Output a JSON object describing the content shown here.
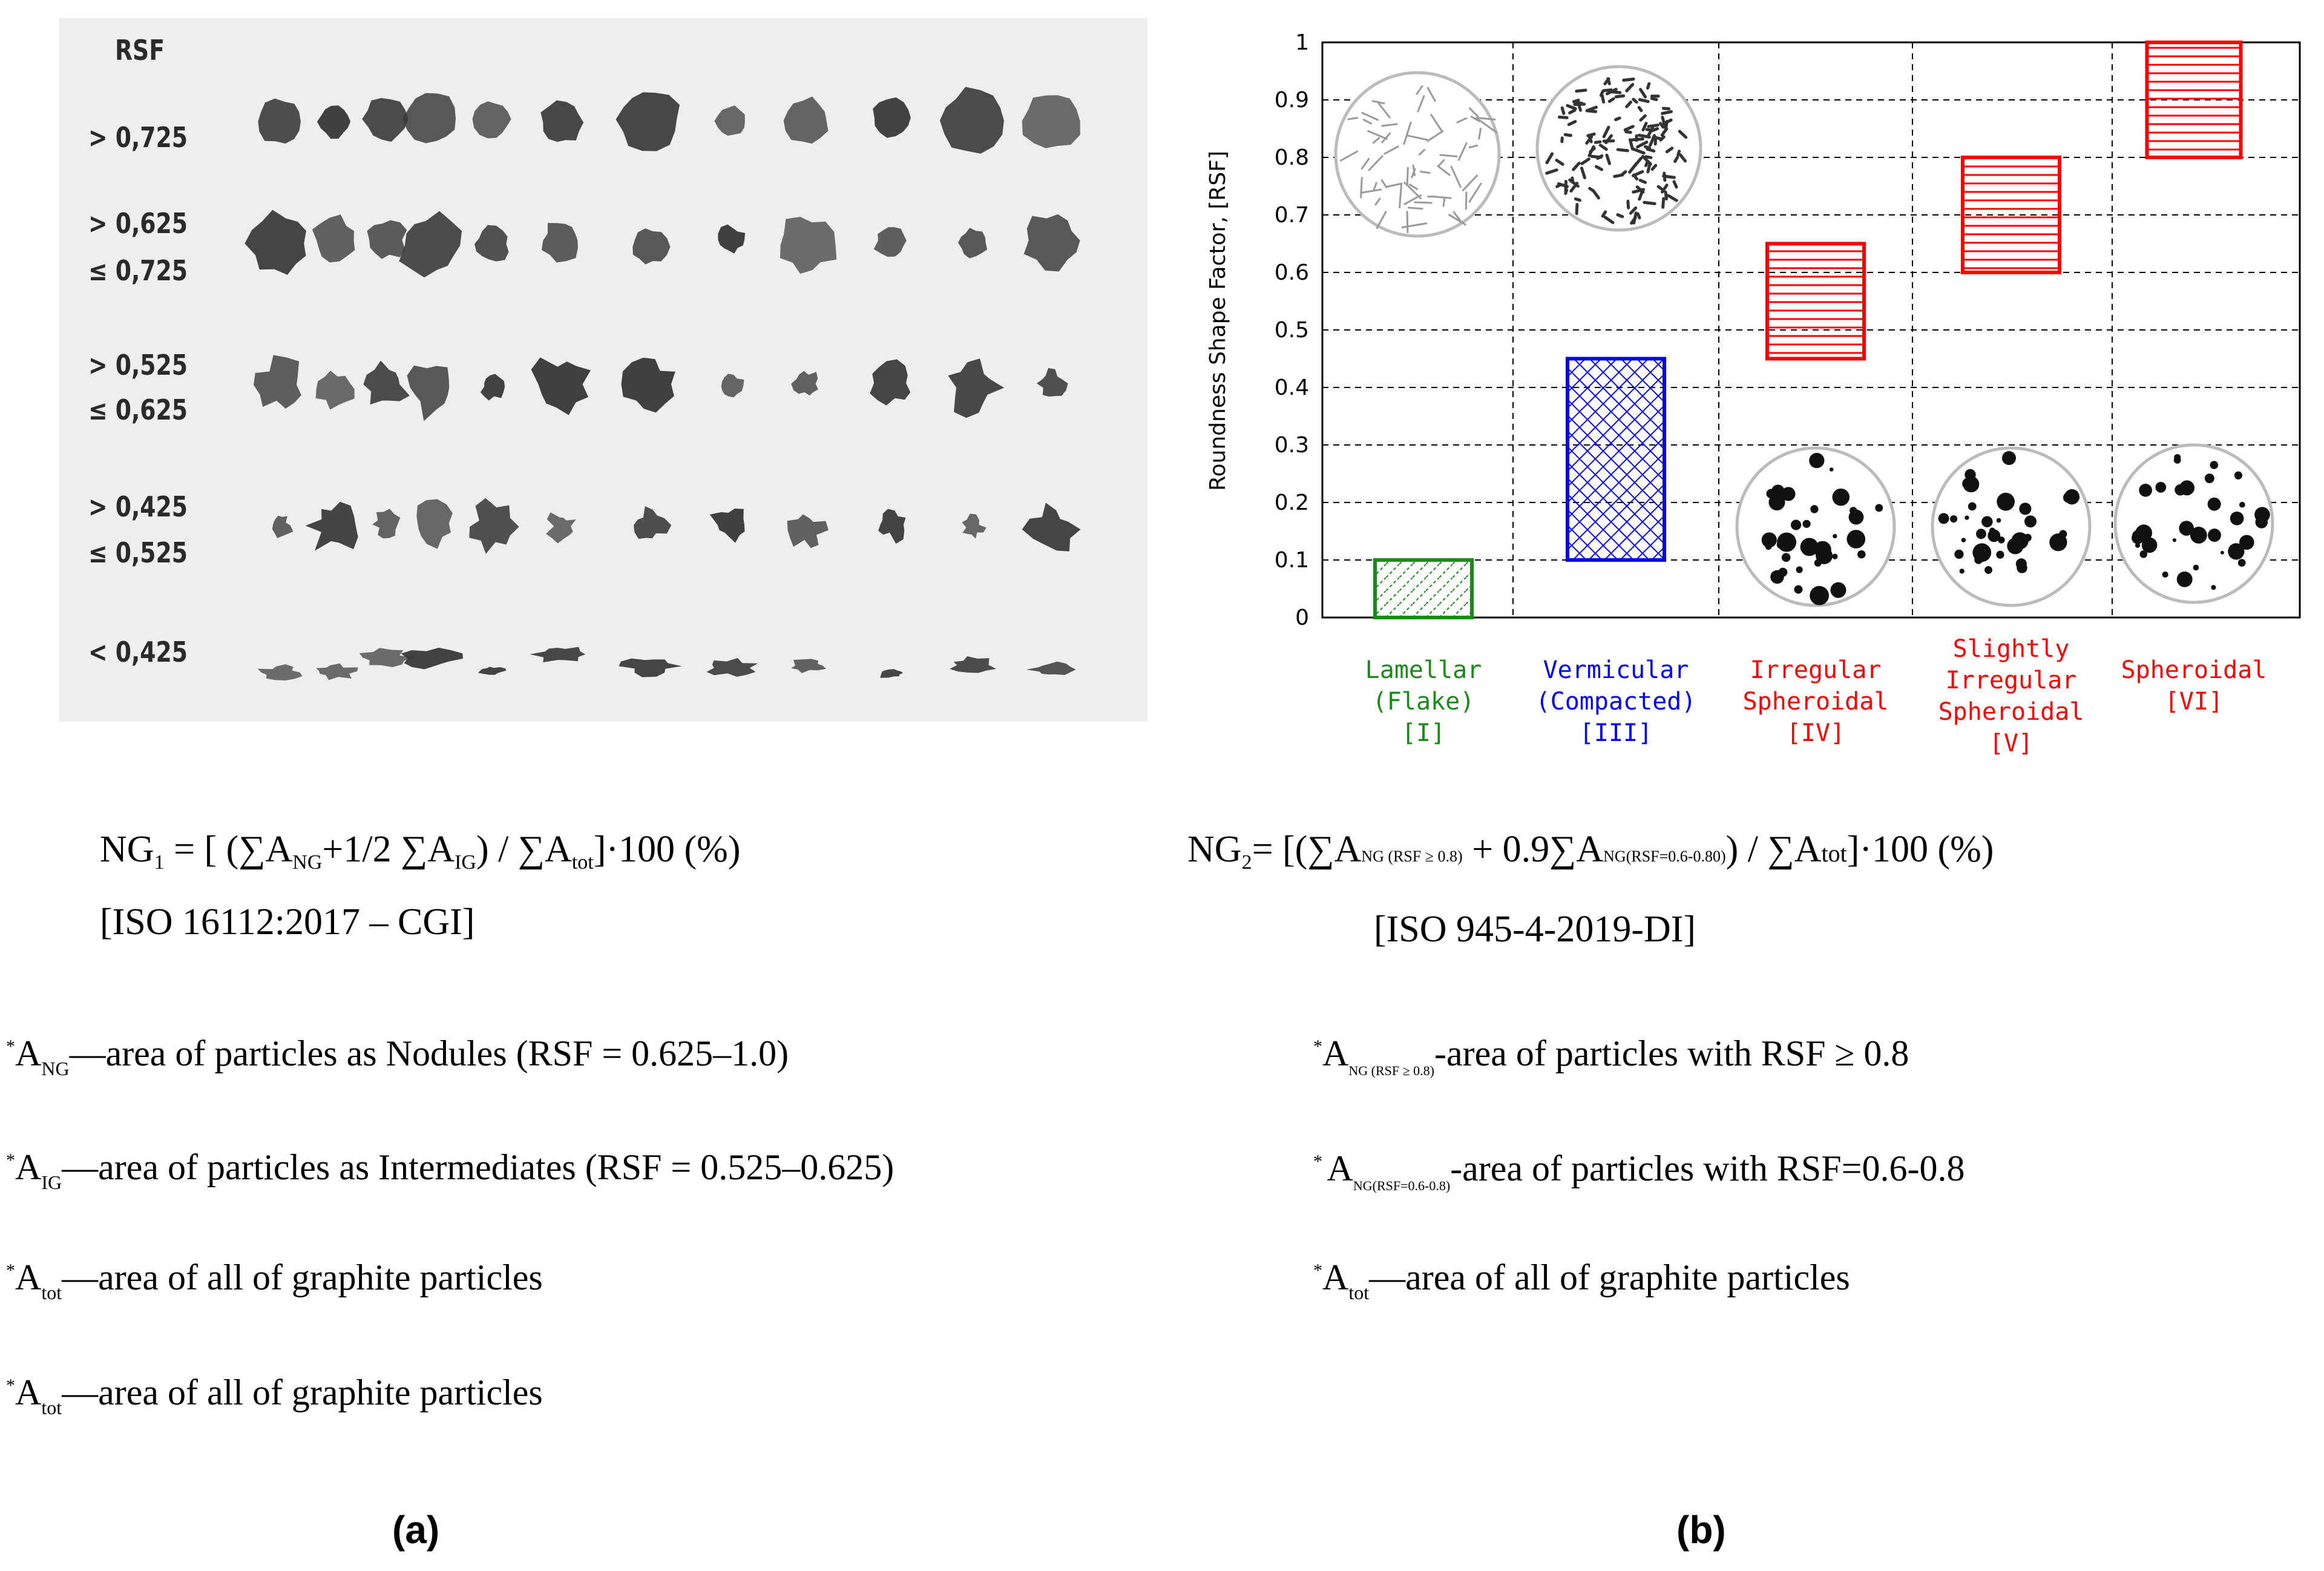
{
  "panel_a": {
    "rsf_header": "RSF",
    "rsf_rows": [
      {
        "line1": "> 0,725",
        "line2": ""
      },
      {
        "line1": "> 0,625",
        "line2": "≤ 0,725"
      },
      {
        "line1": "> 0,525",
        "line2": "≤ 0,625"
      },
      {
        "line1": "> 0,425",
        "line2": "≤ 0,525"
      },
      {
        "line1": "< 0,425",
        "line2": ""
      }
    ],
    "formula": {
      "ng": "NG",
      "ng_sub": "1",
      "part1": " = [ (∑A",
      "sub_ng": "NG",
      "part2": "+1/2 ∑A",
      "sub_ig": "IG",
      "part3": ") / ∑A",
      "sub_tot": "tot",
      "part4": "]·100 (%)"
    },
    "standard": "[ISO 16112:2017 – CGI]",
    "notes": [
      {
        "prefix": "*",
        "sym": "A",
        "sub": "NG",
        "text": "—area of particles as Nodules (RSF = 0.625–1.0)"
      },
      {
        "prefix": "*",
        "sym": "A",
        "sub": "IG",
        "text": "—area of particles as Intermediates (RSF = 0.525–0.625)"
      },
      {
        "prefix": "*",
        "sym": "A",
        "sub": "tot",
        "text": "—area of all of graphite particles"
      },
      {
        "prefix": "*",
        "sym": "A",
        "sub": "tot",
        "text": "—area of all of graphite particles"
      }
    ],
    "caption": "(a)"
  },
  "panel_b": {
    "formula": {
      "ng": "NG",
      "ng_sub": "2",
      "part1": "= [(∑A",
      "small1": "NG (RSF ≥ 0.8)",
      "part2": " + 0.9∑A",
      "small2": "NG(RSF=0.6-0.80)",
      "part3": ") / ∑A",
      "small3": "tot",
      "part4": "]·100 (%)"
    },
    "standard": "[ISO 945-4-2019-DI]",
    "notes": [
      {
        "prefix": "*",
        "sym": "A",
        "sub": "NG (RSF ≥ 0.8)",
        "text": "-area of particles with RSF ≥ 0.8"
      },
      {
        "prefix": "* ",
        "sym": "A",
        "sub": "NG(RSF=0.6-0.8)",
        "text": "-area of particles with RSF=0.6-0.8"
      },
      {
        "prefix": "*",
        "sym": "A",
        "sub": "tot",
        "text": "—area of all of graphite particles"
      }
    ],
    "caption": "(b)"
  },
  "chart_data": {
    "type": "bar",
    "subtype": "floating-range",
    "ylabel": "Roundness Shape Factor, [RSF]",
    "ylim": [
      0,
      1
    ],
    "yticks": [
      "0",
      "0.1",
      "0.2",
      "0.3",
      "0.4",
      "0.5",
      "0.6",
      "0.7",
      "0.8",
      "0.9",
      "1"
    ],
    "grid": true,
    "categories": [
      {
        "lines": [
          "Lamellar",
          "(Flake)",
          "[I]"
        ],
        "color": "#1b8a1b",
        "low": 0.0,
        "high": 0.1,
        "hatch": "diagonal"
      },
      {
        "lines": [
          "Vermicular",
          "(Compacted)",
          "[III]"
        ],
        "color": "#0000ff",
        "low": 0.1,
        "high": 0.45,
        "hatch": "crosshatch"
      },
      {
        "lines": [
          "Irregular",
          "Spheroidal",
          "[IV]"
        ],
        "color": "#ff0000",
        "low": 0.45,
        "high": 0.65,
        "hatch": "horizontal"
      },
      {
        "lines": [
          "Slightly",
          "Irregular",
          "Spheroidal",
          "[V]"
        ],
        "color": "#ff0000",
        "low": 0.6,
        "high": 0.8,
        "hatch": "horizontal"
      },
      {
        "lines": [
          "Spheroidal",
          "[VI]"
        ],
        "color": "#ff0000",
        "low": 0.8,
        "high": 1.0,
        "hatch": "horizontal"
      }
    ]
  }
}
